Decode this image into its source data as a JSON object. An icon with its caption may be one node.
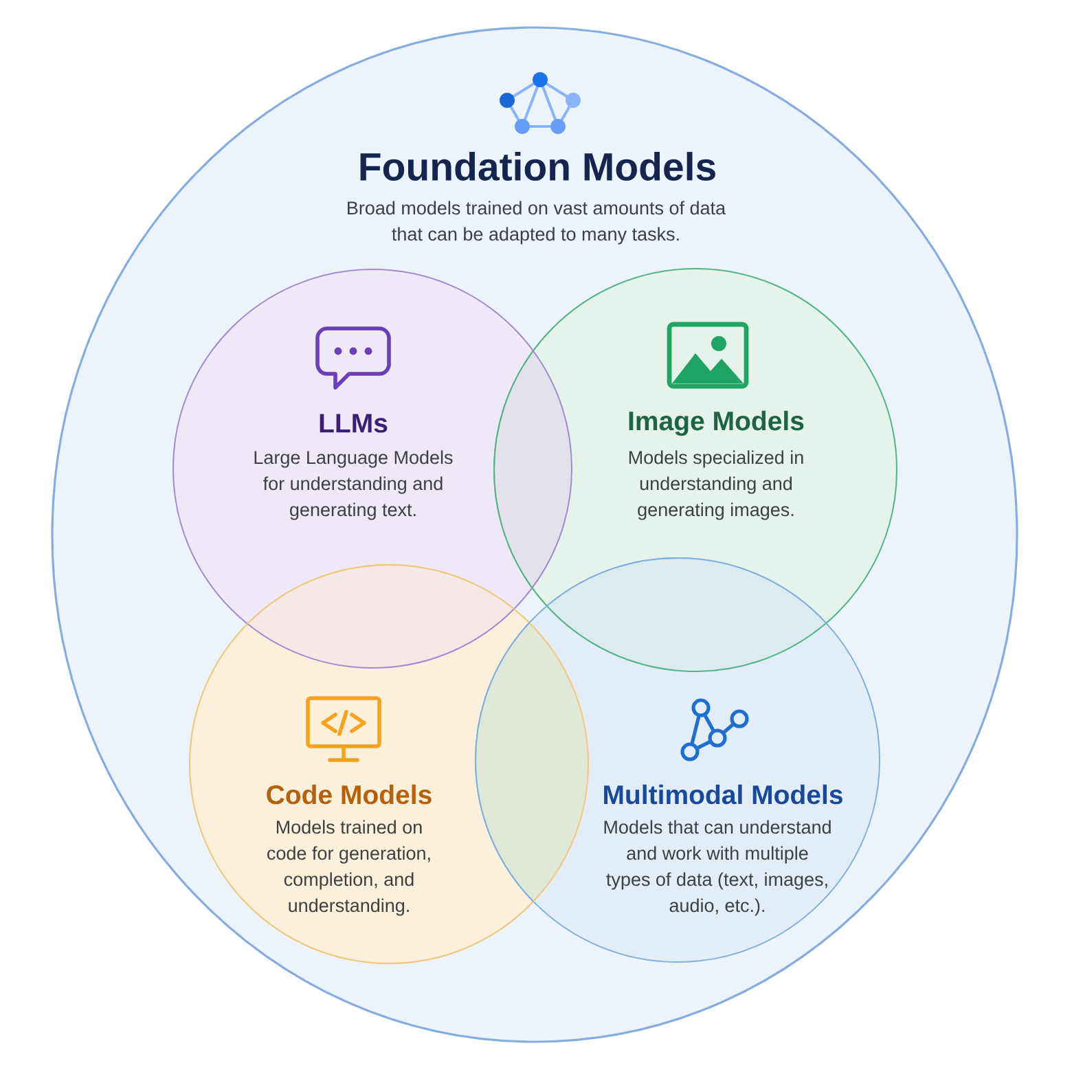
{
  "diagram": {
    "nodes": [
      {
        "text": [
          "Foundation Models",
          "Broad models trained on vast amounts of data that can be adapted to many tasks."
        ]
      },
      {
        "text": [
          "LLMs",
          "Large Language Models for understanding and generating text."
        ],
        "in": 0
      },
      {
        "text": [
          "Image Models",
          "Models specialized in understanding and generating images."
        ],
        "in": 0
      },
      {
        "text": [
          "Code Models",
          "Models trained on code for generation, completion, and understanding."
        ],
        "in": 0
      },
      {
        "text": [
          "Multimodal Models",
          "Models that can understand and work with multiple types of data (text, images, audio, etc.)."
        ],
        "in": 0
      }
    ]
  }
}
